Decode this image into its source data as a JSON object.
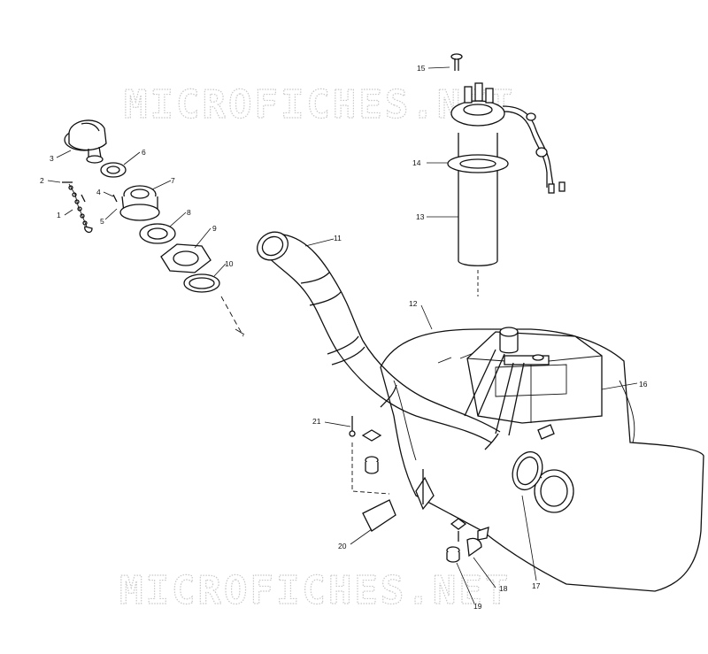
{
  "watermark": "MICROFICHES.NET",
  "part_numbers": [
    "1",
    "2",
    "3",
    "4",
    "5",
    "6",
    "7",
    "8",
    "9",
    "10",
    "11",
    "12",
    "13",
    "14",
    "15",
    "16",
    "17",
    "18",
    "19",
    "20",
    "21"
  ],
  "colors": {
    "line": "#111111",
    "watermark": "#c8c8c8",
    "background": "#ffffff"
  }
}
